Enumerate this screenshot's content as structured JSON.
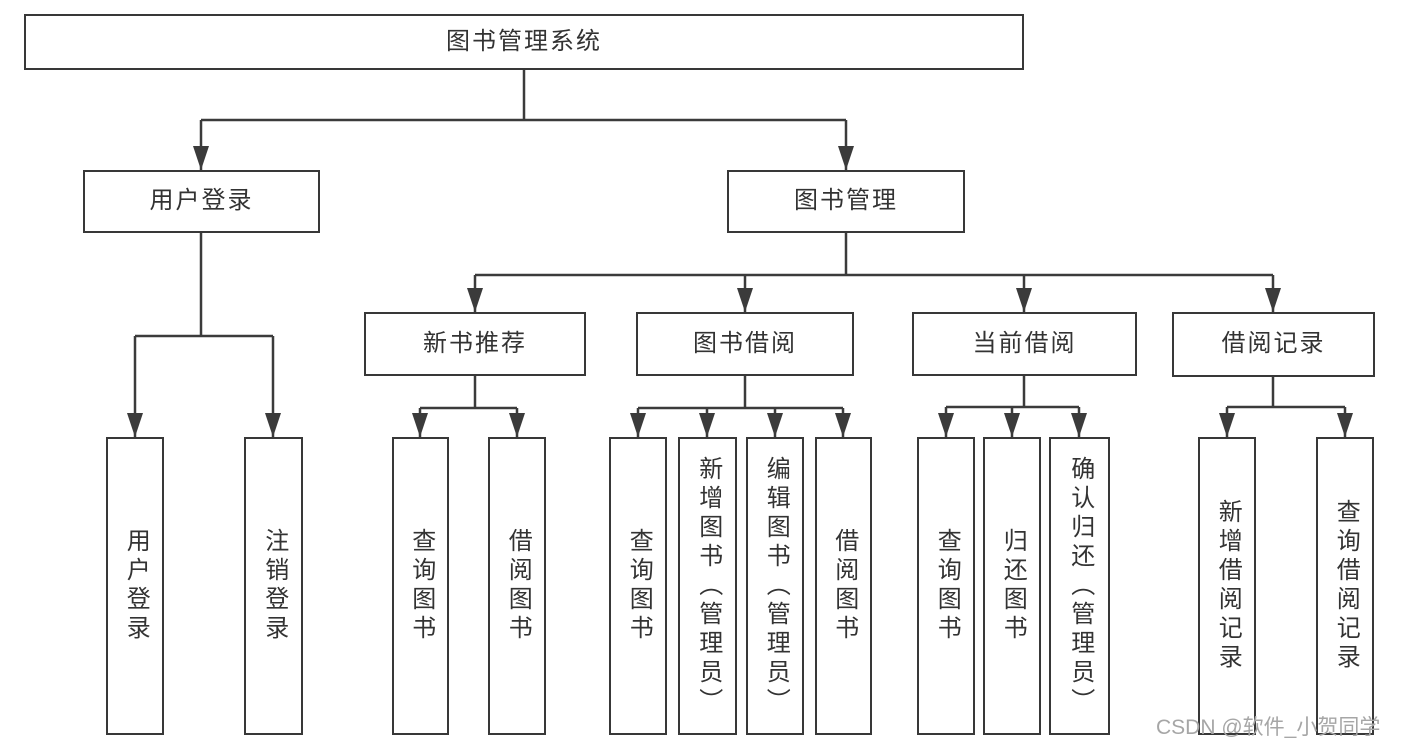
{
  "diagram": {
    "watermark": "CSDN @软件_小贺同学",
    "colors": {
      "line": "#3b3b3b",
      "border": "#383838",
      "text": "#333333",
      "box_background": "#ffffff",
      "watermark_text": "#a6a6a6"
    },
    "nodes": {
      "root": {
        "label": "图书管理系统"
      },
      "user_login": {
        "label": "用户登录"
      },
      "book_mgmt": {
        "label": "图书管理"
      },
      "user_login_leaf": {
        "label": "用户登录"
      },
      "logout_leaf": {
        "label": "注销登录"
      },
      "new_book_rec": {
        "label": "新书推荐"
      },
      "book_borrow": {
        "label": "图书借阅"
      },
      "current_borrow": {
        "label": "当前借阅"
      },
      "borrow_records": {
        "label": "借阅记录"
      },
      "nbr_query": {
        "label": "查询图书"
      },
      "nbr_borrow": {
        "label": "借阅图书"
      },
      "bb_query": {
        "label": "查询图书"
      },
      "bb_add": {
        "label": "新增图书（管理员）"
      },
      "bb_edit": {
        "label": "编辑图书（管理员）"
      },
      "bb_borrow": {
        "label": "借阅图书"
      },
      "cb_query": {
        "label": "查询图书"
      },
      "cb_return": {
        "label": "归还图书"
      },
      "cb_confirm": {
        "label": "确认归还（管理员）"
      },
      "br_add": {
        "label": "新增借阅记录"
      },
      "br_query": {
        "label": "查询借阅记录"
      }
    }
  }
}
